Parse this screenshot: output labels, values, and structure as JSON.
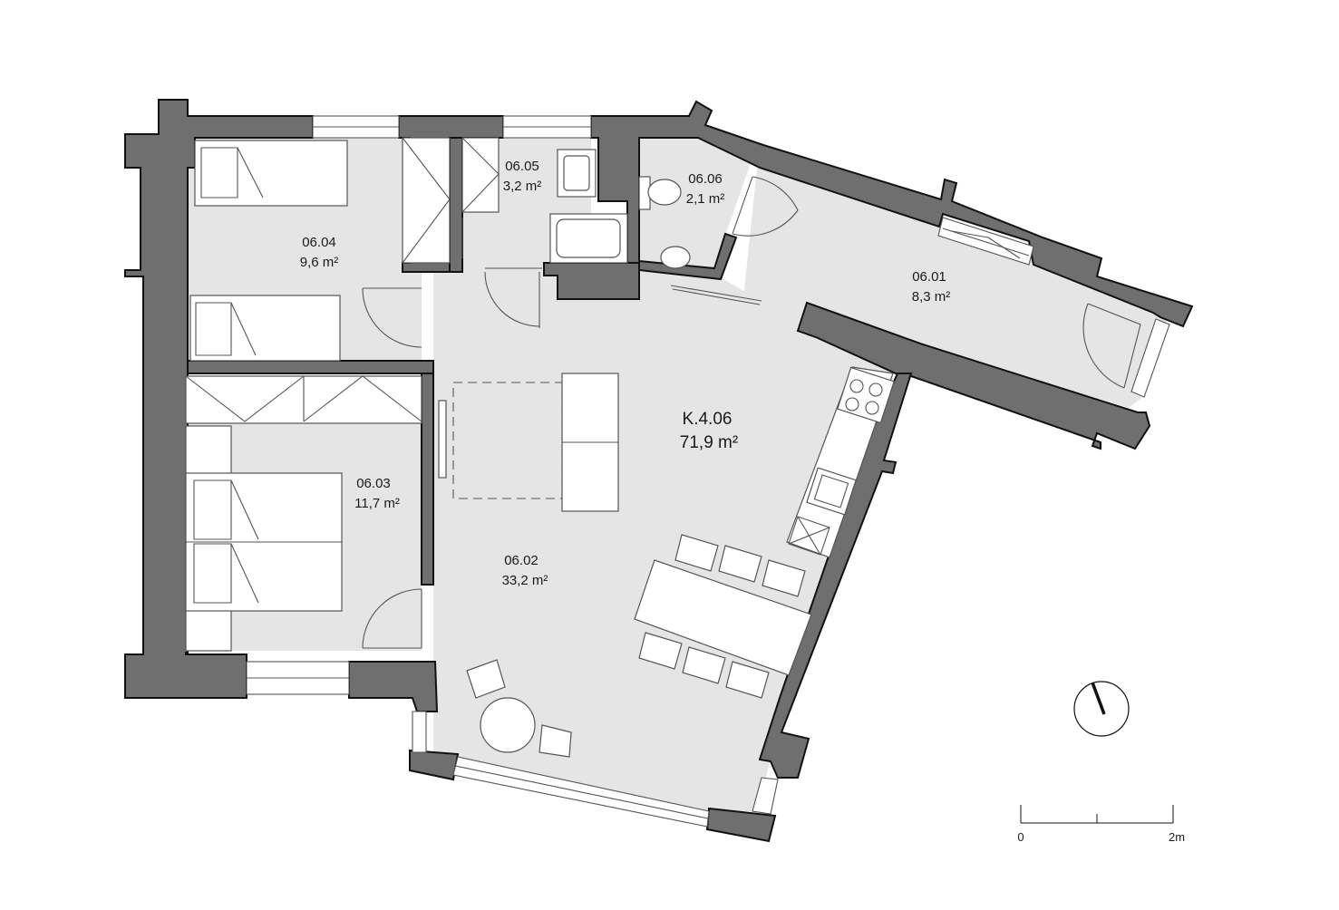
{
  "unit": {
    "id": "K.4.06",
    "area": "71,9 m²"
  },
  "rooms": [
    {
      "id": "06.01",
      "area": "8,3 m²"
    },
    {
      "id": "06.02",
      "area": "33,2 m²"
    },
    {
      "id": "06.03",
      "area": "11,7 m²"
    },
    {
      "id": "06.04",
      "area": "9,6 m²"
    },
    {
      "id": "06.05",
      "area": "3,2 m²"
    },
    {
      "id": "06.06",
      "area": "2,1 m²"
    }
  ],
  "scale": {
    "start": "0",
    "end": "2m"
  },
  "colors": {
    "wall": "#6f6f6f",
    "floor": "#e5e5e5",
    "outline": "#111111"
  },
  "icons": [
    "north-arrow-icon"
  ]
}
